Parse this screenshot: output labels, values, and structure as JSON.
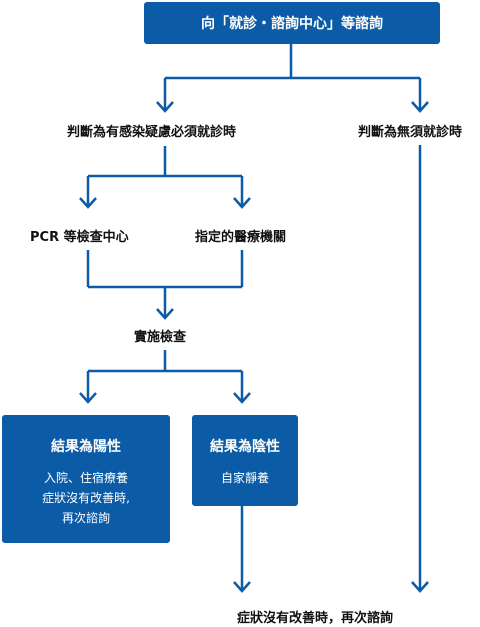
{
  "flow": {
    "top_box": "向「就診・諮詢中心」等諮詢",
    "branch_suspected": "判斷為有感染疑慮必須就診時",
    "branch_not_needed": "判斷為無須就診時",
    "option_pcr": "PCR 等檢查中心",
    "option_hospital": "指定的醫療機關",
    "test_step": "實施檢查",
    "positive": {
      "title": "結果為陽性",
      "body": "入院、住宿療養\n症狀沒有改善時,\n再次諮詢"
    },
    "negative": {
      "title": "結果為陰性",
      "body": "自家靜養"
    },
    "final_note": "症狀沒有改善時，再次諮詢"
  },
  "colors": {
    "accent": "#0b5ba6",
    "text": "#111111"
  }
}
